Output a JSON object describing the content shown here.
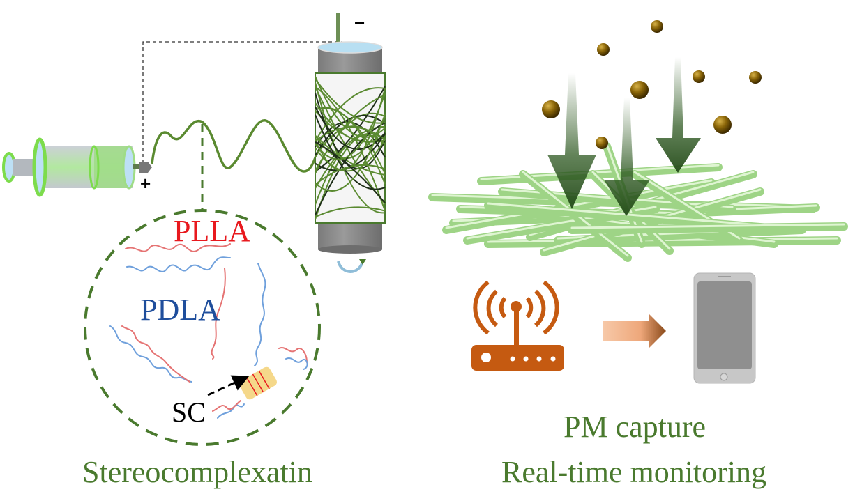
{
  "left_panel": {
    "plus_sign": "+",
    "minus_sign": "−",
    "polymer_labels": {
      "plla": "PLLA",
      "pdla": "PDLA",
      "stereocomplex": "SC"
    },
    "caption": "Stereocomplexatin"
  },
  "right_panel": {
    "caption_line1": "PM capture",
    "caption_line2": "Real-time monitoring"
  },
  "colors": {
    "caption_green": "#4a7a2e",
    "fiber_green": "#5a8a30",
    "plla_red": "#e8191e",
    "pdla_blue": "#1f4e9c",
    "router_orange": "#c55a11",
    "particle_bronze": "#8a6508",
    "mesh_fiber": "#a8d890"
  },
  "icons": {
    "syringe": "syringe-icon",
    "collector": "rotating-drum-collector-icon",
    "router": "wifi-router-icon",
    "phone": "smartphone-icon",
    "arrow": "right-arrow-icon"
  }
}
